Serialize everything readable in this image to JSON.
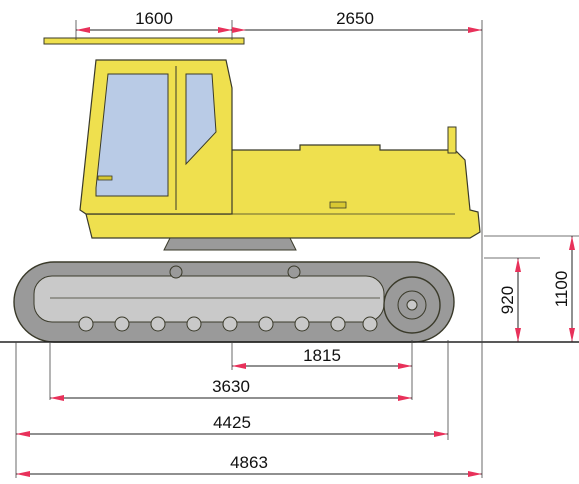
{
  "colors": {
    "body": "#efe04e",
    "body_shade": "#d8c832",
    "outline": "#3a3a2a",
    "glass": "#b9cbe6",
    "undercarriage": "#c9c9c9",
    "undercarriage_dark": "#9a9a9a",
    "arrow": "#e8315a",
    "ground": "#222222"
  },
  "dimensions": {
    "cab_width": "1600",
    "tail_length": "2650",
    "track_height": "920",
    "total_height": "1100",
    "tumbler_center": "1815",
    "tumbler_distance": "3630",
    "track_length": "4425",
    "overall_length": "4863"
  }
}
